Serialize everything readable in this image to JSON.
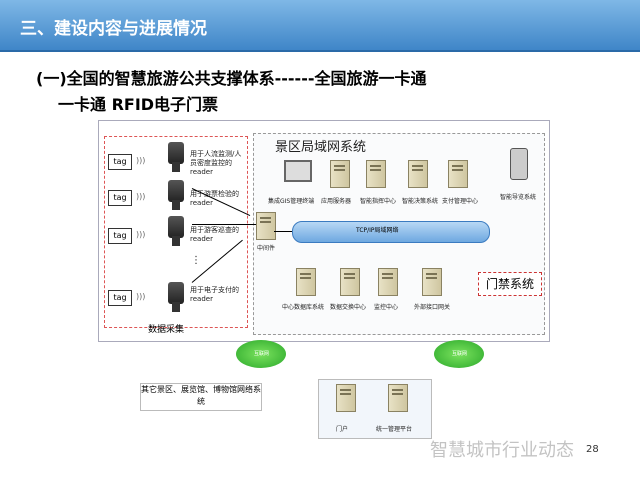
{
  "header": {
    "title": "三、建设内容与进展情况"
  },
  "subtitle": {
    "line1": "(一)全国的智慧旅游公共支撑体系------全国旅游一卡通",
    "line2": "一卡通 RFID电子门票"
  },
  "diagram": {
    "lan_title": "景区局域网系统",
    "data_collection_label": "数据采集",
    "tag_label": "tag",
    "readers": [
      {
        "text": "用于人流监测/人员密度监控的reader"
      },
      {
        "text": "用于游票检验的reader"
      },
      {
        "text": "用于游客巡查的reader"
      },
      {
        "text": "用于电子支付的reader"
      }
    ],
    "middleware_label": "中间件",
    "network_label": "TCP/IP局域网络",
    "servers_top": [
      "集成GIS管理终端",
      "应用服务器",
      "智能指挥中心",
      "智能决策系统",
      "支付管理中心"
    ],
    "smart_guide_label": "智能导览系统",
    "servers_bottom": [
      "中心数据库系统",
      "数据交换中心",
      "监控中心",
      "外部接口网关"
    ],
    "access_system_label": "门禁系统",
    "internet_label_1": "互联网",
    "internet_label_2": "互联网",
    "other_networks_label": "其它景区、展览馆、博物馆网络系统",
    "portal_label": "门户",
    "unified_mgmt_label": "统一管理平台"
  },
  "watermark": "智慧城市行业动态",
  "page_number": "28",
  "colors": {
    "header_bg": "#3f86c8",
    "access_border": "#cc3333",
    "cloud": "#2aa82a"
  }
}
